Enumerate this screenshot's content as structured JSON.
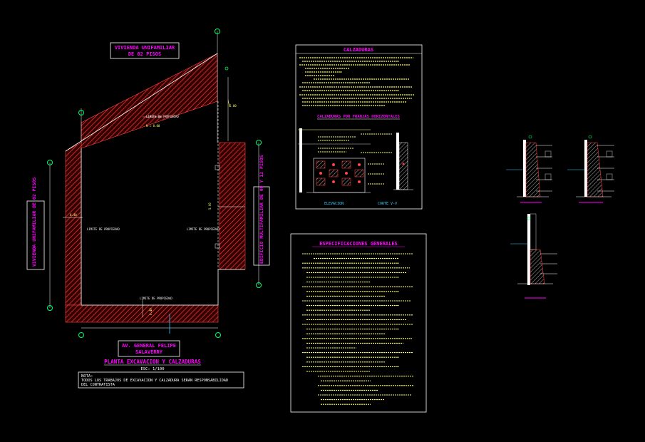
{
  "labels": {
    "vivienda_top": [
      "VIVIENDA UNIFAMILIAR",
      "DE 02 PISOS"
    ],
    "vivienda_left": "VIVIENDA UNIFAMILIAR DE 02 PISOS",
    "edificio_right": "EDIFICIO MULTIFAMILIAR DE 08 Y 12 PISOS",
    "avenue": [
      "AV. GENERAL FELIPE",
      "SALAVERRY"
    ],
    "plan_title": "PLANTA EXCAVACION Y CALZADURAS",
    "plan_scale": "ESC: 1/100",
    "note_head": "NOTA:",
    "note_body": [
      "TODOS LOS TRABAJOS DE EXCAVACION Y CALZADURA SERAN RESPONSABILIDAD",
      "DEL CONTRATISTA"
    ],
    "limite_propiedad": "LIMITE DE PROPIEDAD",
    "calzaduras_title": "CALZADURAS",
    "calz_franjas_title": "CALZADURAS POR FRANJAS HORIZONTALES",
    "elevacion": "ELEVACION",
    "corte": "CORTE V-V",
    "specs_title": "ESPECIFICACIONES GENERALES"
  },
  "colors": {
    "background": "#000000",
    "magenta": "#ff00ff",
    "white": "#ffffff",
    "yellow": "#ffff66",
    "cyan": "#33ccff",
    "green": "#00ff66",
    "red": "#ff3333"
  }
}
